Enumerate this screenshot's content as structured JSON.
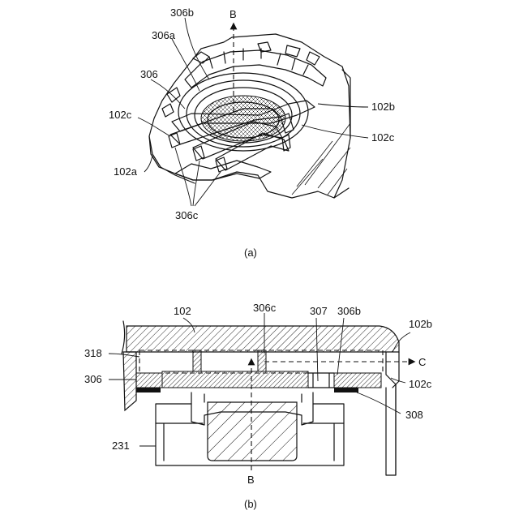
{
  "figure_a": {
    "caption": "(a)",
    "labels": {
      "axis_b": "B",
      "l306b": "306b",
      "l306a": "306a",
      "l306": "306",
      "l102c_left": "102c",
      "l102a": "102a",
      "l102b": "102b",
      "l102c_right": "102c",
      "l306c": "306c"
    }
  },
  "figure_b": {
    "caption": "(b)",
    "labels": {
      "l102": "102",
      "l306c": "306c",
      "l307": "307",
      "l306b": "306b",
      "l102b": "102b",
      "l318": "318",
      "l306": "306",
      "arrow_c": "C",
      "l102c": "102c",
      "l308": "308",
      "l231": "231",
      "axis_b": "B"
    }
  }
}
